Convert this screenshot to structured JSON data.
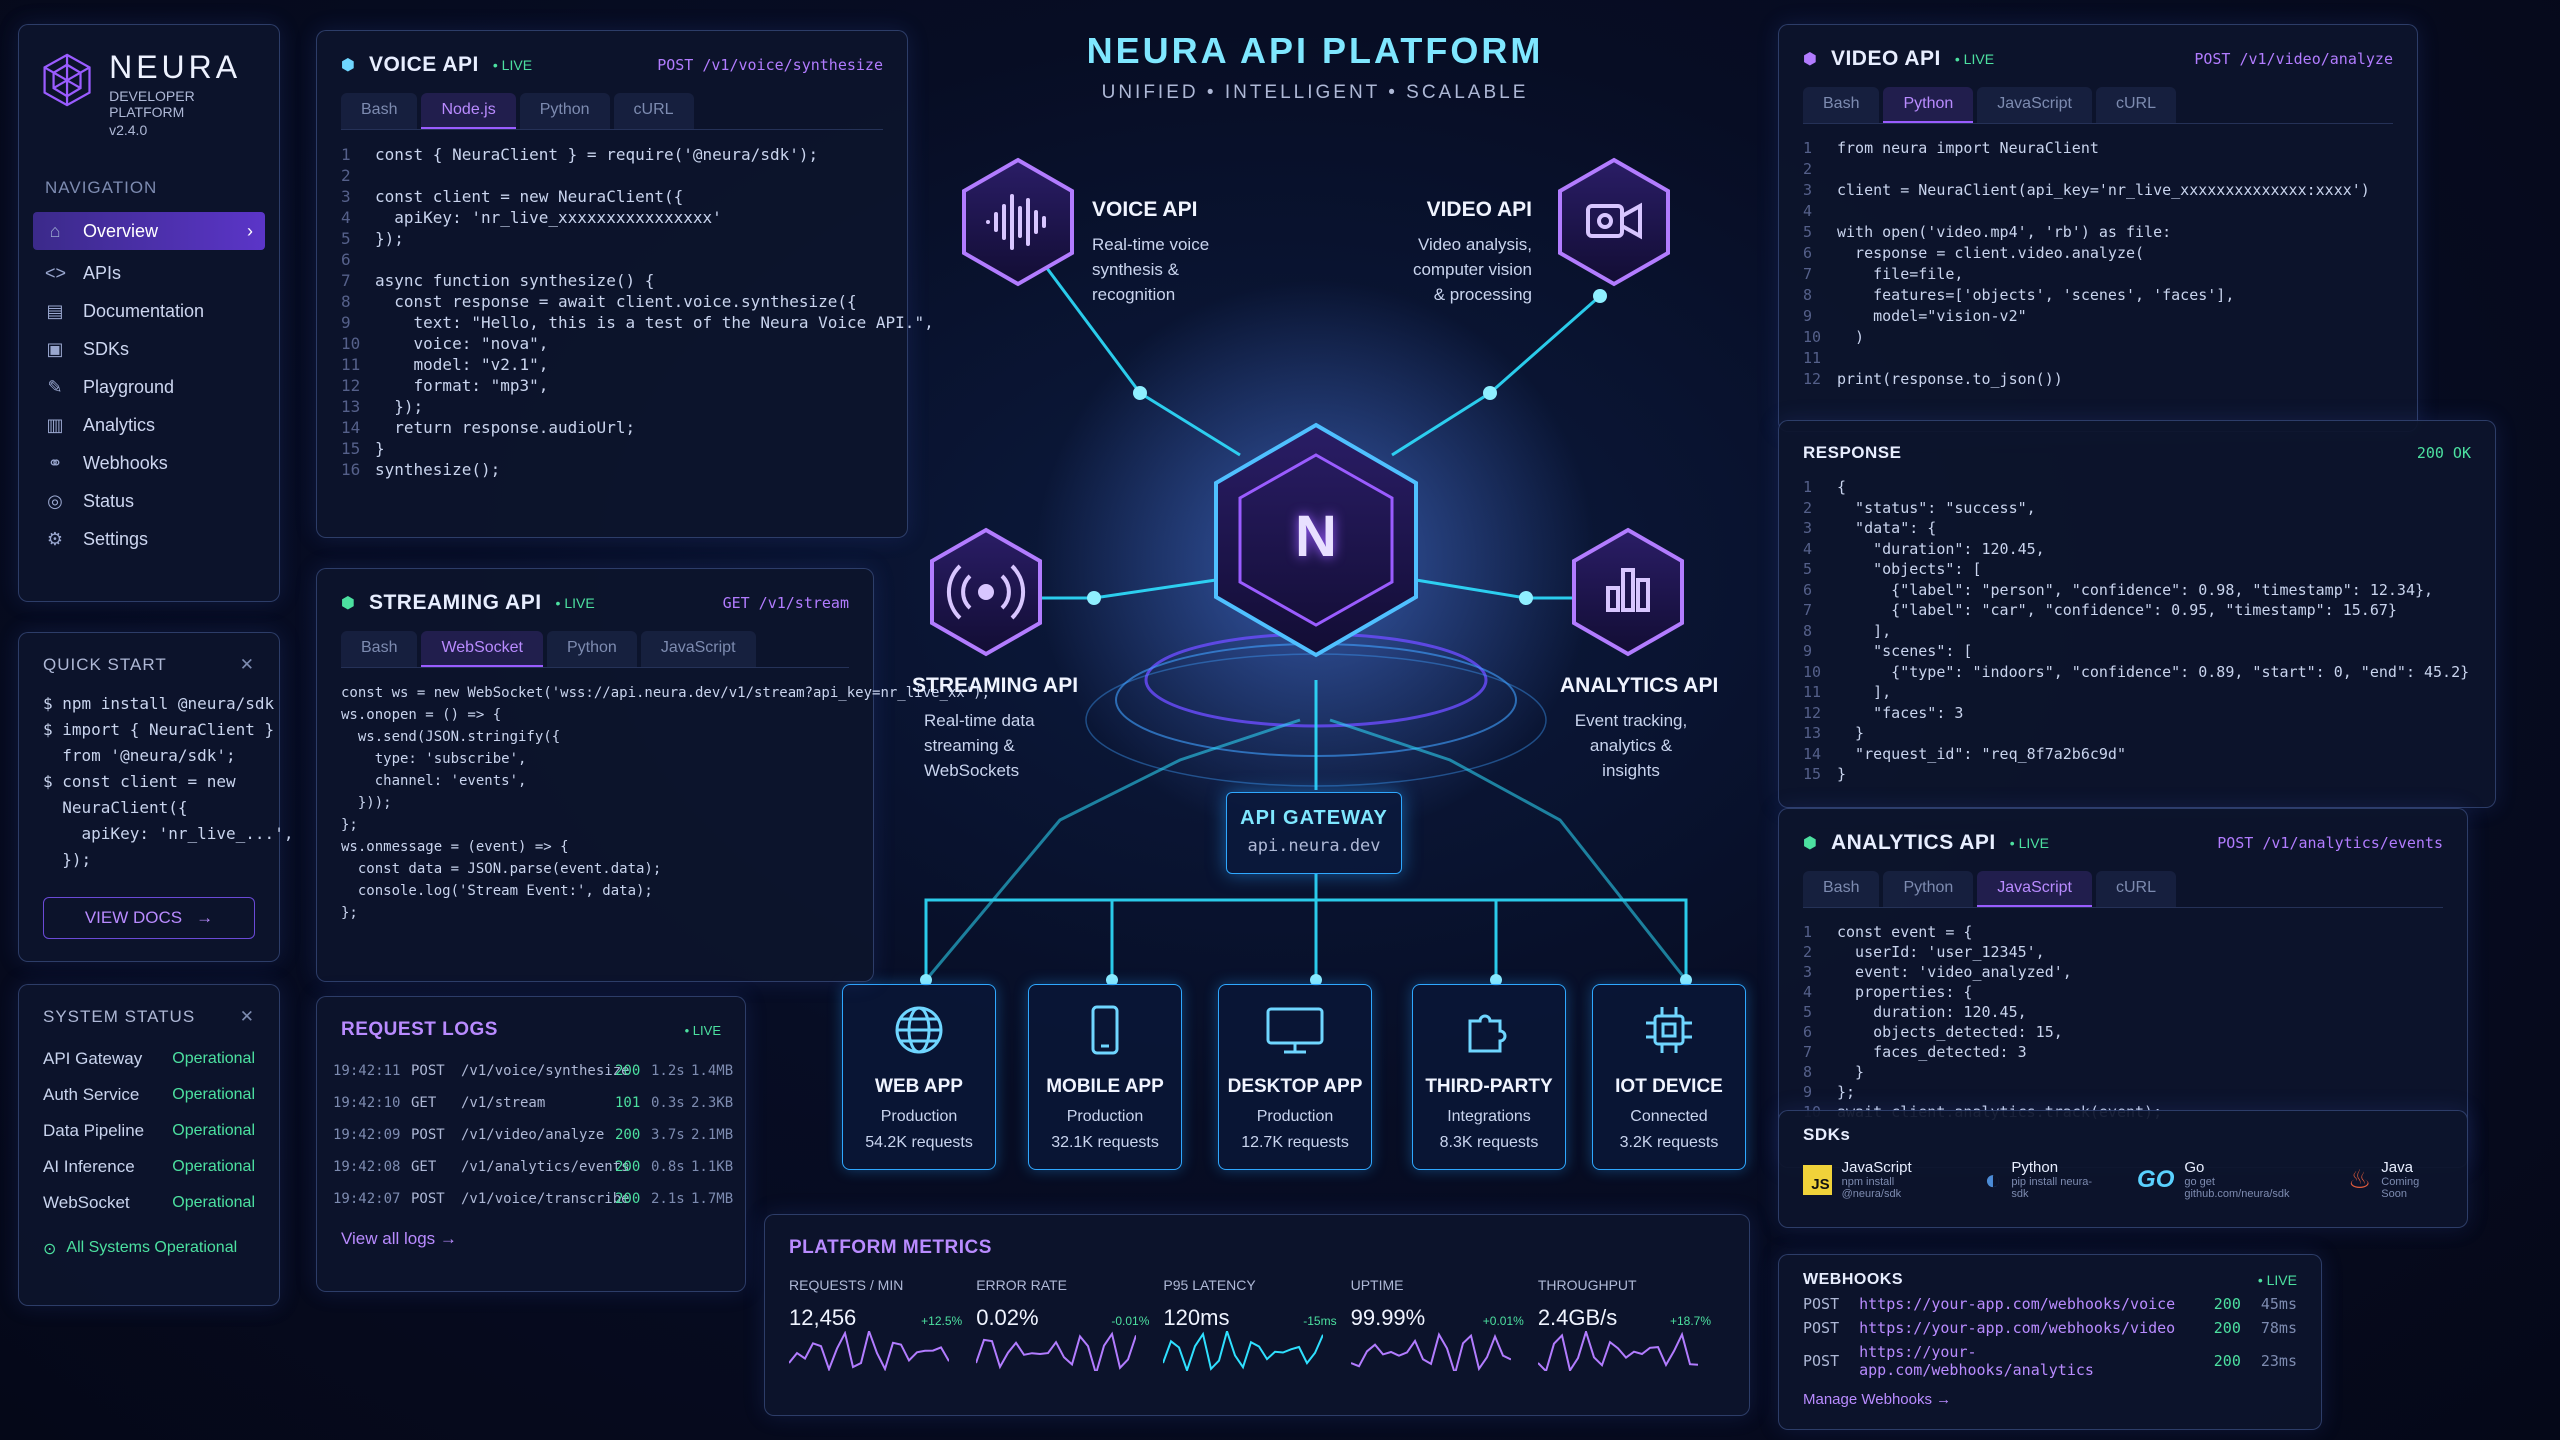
{
  "colors": {
    "accent": "#9a5cff",
    "cyan": "#2fe0ff",
    "ok": "#4ce0a0"
  },
  "sidebar": {
    "brand": "NEURA",
    "subtitle": "DEVELOPER PLATFORM",
    "version": "v2.4.0",
    "nav_heading": "NAVIGATION",
    "items": [
      {
        "label": "Overview",
        "icon": "home-icon"
      },
      {
        "label": "APIs",
        "icon": "code-icon"
      },
      {
        "label": "Documentation",
        "icon": "doc-icon"
      },
      {
        "label": "SDKs",
        "icon": "box-icon"
      },
      {
        "label": "Playground",
        "icon": "edit-icon"
      },
      {
        "label": "Analytics",
        "icon": "chart-icon"
      },
      {
        "label": "Webhooks",
        "icon": "webhook-icon"
      },
      {
        "label": "Status",
        "icon": "status-icon"
      },
      {
        "label": "Settings",
        "icon": "gear-icon"
      }
    ]
  },
  "quickstart": {
    "title": "QUICK START",
    "lines": [
      "$ npm install @neura/sdk",
      "$ import { NeuraClient }",
      "  from '@neura/sdk';",
      "$ const client = new",
      "  NeuraClient({",
      "    apiKey: 'nr_live_...',",
      "  });"
    ],
    "button": "VIEW DOCS"
  },
  "system_status": {
    "title": "SYSTEM STATUS",
    "rows": [
      {
        "name": "API Gateway",
        "status": "Operational"
      },
      {
        "name": "Auth Service",
        "status": "Operational"
      },
      {
        "name": "Data Pipeline",
        "status": "Operational"
      },
      {
        "name": "AI Inference",
        "status": "Operational"
      },
      {
        "name": "WebSocket",
        "status": "Operational"
      }
    ],
    "footer": "All Systems Operational"
  },
  "voice": {
    "title": "VOICE API",
    "live": "• LIVE",
    "endpoint": "POST /v1/voice/synthesize",
    "tabs": [
      "Bash",
      "Node.js",
      "Python",
      "cURL"
    ],
    "lines": [
      "const { NeuraClient } = require('@neura/sdk');",
      "",
      "const client = new NeuraClient({",
      "  apiKey: 'nr_live_xxxxxxxxxxxxxxxx'",
      "});",
      "",
      "async function synthesize() {",
      "  const response = await client.voice.synthesize({",
      "    text: \"Hello, this is a test of the Neura Voice API.\",",
      "    voice: \"nova\",",
      "    model: \"v2.1\",",
      "    format: \"mp3\",",
      "  });",
      "  return response.audioUrl;",
      "}",
      "synthesize();"
    ]
  },
  "streaming": {
    "title": "STREAMING API",
    "live": "• LIVE",
    "endpoint": "GET /v1/stream",
    "tabs": [
      "Bash",
      "WebSocket",
      "Python",
      "JavaScript"
    ],
    "lines": [
      "const ws = new WebSocket('wss://api.neura.dev/v1/stream?api_key=nr_live_xx');",
      "",
      "ws.onopen = () => {",
      "  ws.send(JSON.stringify({",
      "    type: 'subscribe',",
      "    channel: 'events',",
      "  }));",
      "};",
      "",
      "ws.onmessage = (event) => {",
      "  const data = JSON.parse(event.data);",
      "  console.log('Stream Event:', data);",
      "};"
    ]
  },
  "logs": {
    "title": "REQUEST LOGS",
    "live": "• LIVE",
    "rows": [
      {
        "time": "19:42:11",
        "method": "POST",
        "path": "/v1/voice/synthesize",
        "code": "200",
        "dur": "1.2s",
        "size": "1.4MB"
      },
      {
        "time": "19:42:10",
        "method": "GET",
        "path": "/v1/stream",
        "code": "101",
        "dur": "0.3s",
        "size": "2.3KB"
      },
      {
        "time": "19:42:09",
        "method": "POST",
        "path": "/v1/video/analyze",
        "code": "200",
        "dur": "3.7s",
        "size": "2.1MB"
      },
      {
        "time": "19:42:08",
        "method": "GET",
        "path": "/v1/analytics/events",
        "code": "200",
        "dur": "0.8s",
        "size": "1.1KB"
      },
      {
        "time": "19:42:07",
        "method": "POST",
        "path": "/v1/voice/transcribe",
        "code": "200",
        "dur": "2.1s",
        "size": "1.7MB"
      }
    ],
    "footer": "View all logs"
  },
  "hero": {
    "title": "NEURA API PLATFORM",
    "subtitle": "UNIFIED  •  INTELLIGENT  •  SCALABLE",
    "voice": {
      "label": "VOICE API",
      "desc": [
        "Real-time voice",
        "synthesis &",
        "recognition"
      ]
    },
    "video": {
      "label": "VIDEO API",
      "desc": [
        "Video analysis,",
        "computer vision",
        "& processing"
      ]
    },
    "streaming": {
      "label": "STREAMING API",
      "desc": [
        "Real-time data",
        "streaming &",
        "WebSockets"
      ]
    },
    "analytics": {
      "label": "ANALYTICS API",
      "desc": [
        "Event tracking,",
        "analytics &",
        "insights"
      ]
    },
    "core_letter": "N",
    "gateway": {
      "label": "API GATEWAY",
      "url": "api.neura.dev"
    }
  },
  "clients": [
    {
      "name": "WEB APP",
      "sub": "Production",
      "req": "54.2K requests",
      "icon": "globe-icon"
    },
    {
      "name": "MOBILE APP",
      "sub": "Production",
      "req": "32.1K requests",
      "icon": "mobile-icon"
    },
    {
      "name": "DESKTOP APP",
      "sub": "Production",
      "req": "12.7K requests",
      "icon": "monitor-icon"
    },
    {
      "name": "THIRD-PARTY",
      "sub": "Integrations",
      "req": "8.3K requests",
      "icon": "puzzle-icon"
    },
    {
      "name": "IOT DEVICE",
      "sub": "Connected",
      "req": "3.2K requests",
      "icon": "chip-icon"
    }
  ],
  "metrics": {
    "title": "PLATFORM METRICS",
    "items": [
      {
        "label": "REQUESTS / MIN",
        "value": "12,456",
        "change": "+12.5%"
      },
      {
        "label": "ERROR RATE",
        "value": "0.02%",
        "change": "-0.01%"
      },
      {
        "label": "P95 LATENCY",
        "value": "120ms",
        "change": "-15ms"
      },
      {
        "label": "UPTIME",
        "value": "99.99%",
        "change": "+0.01%"
      },
      {
        "label": "THROUGHPUT",
        "value": "2.4GB/s",
        "change": "+18.7%"
      }
    ]
  },
  "video": {
    "title": "VIDEO API",
    "live": "• LIVE",
    "endpoint": "POST /v1/video/analyze",
    "tabs": [
      "Bash",
      "Python",
      "JavaScript",
      "cURL"
    ],
    "lines": [
      "from neura import NeuraClient",
      "",
      "client = NeuraClient(api_key='nr_live_xxxxxxxxxxxxxx:xxxx')",
      "",
      "with open('video.mp4', 'rb') as file:",
      "  response = client.video.analyze(",
      "    file=file,",
      "    features=['objects', 'scenes', 'faces'],",
      "    model=\"vision-v2\"",
      "  )",
      "",
      "print(response.to_json())"
    ]
  },
  "response": {
    "title": "RESPONSE",
    "status": "200 OK",
    "lines": [
      "{",
      "  \"status\": \"success\",",
      "  \"data\": {",
      "    \"duration\": 120.45,",
      "    \"objects\": [",
      "      {\"label\": \"person\", \"confidence\": 0.98, \"timestamp\": 12.34},",
      "      {\"label\": \"car\", \"confidence\": 0.95, \"timestamp\": 15.67}",
      "    ],",
      "    \"scenes\": [",
      "      {\"type\": \"indoors\", \"confidence\": 0.89, \"start\": 0, \"end\": 45.2}",
      "    ],",
      "    \"faces\": 3",
      "  }",
      "  \"request_id\": \"req_8f7a2b6c9d\"",
      "}"
    ]
  },
  "analytics": {
    "title": "ANALYTICS API",
    "live": "• LIVE",
    "endpoint": "POST /v1/analytics/events",
    "tabs": [
      "Bash",
      "Python",
      "JavaScript",
      "cURL"
    ],
    "lines": [
      "const event = {",
      "  userId: 'user_12345',",
      "  event: 'video_analyzed',",
      "  properties: {",
      "    duration: 120.45,",
      "    objects_detected: 15,",
      "    faces_detected: 3",
      "  }",
      "};",
      "await client.analytics.track(event);"
    ]
  },
  "sdks": {
    "title": "SDKs",
    "items": [
      {
        "name": "JavaScript",
        "cmd": "npm install @neura/sdk",
        "icon": "js-icon"
      },
      {
        "name": "Python",
        "cmd": "pip install neura-sdk",
        "icon": "python-icon"
      },
      {
        "name": "Go",
        "cmd": "go get github.com/neura/sdk",
        "icon": "go-icon"
      },
      {
        "name": "Java",
        "cmd": "Coming Soon",
        "icon": "java-icon"
      }
    ]
  },
  "webhooks": {
    "title": "WEBHOOKS",
    "live": "• LIVE",
    "rows": [
      {
        "method": "POST",
        "url": "https://your-app.com/webhooks/voice",
        "code": "200",
        "dur": "45ms"
      },
      {
        "method": "POST",
        "url": "https://your-app.com/webhooks/video",
        "code": "200",
        "dur": "78ms"
      },
      {
        "method": "POST",
        "url": "https://your-app.com/webhooks/analytics",
        "code": "200",
        "dur": "23ms"
      }
    ],
    "footer": "Manage Webhooks"
  }
}
